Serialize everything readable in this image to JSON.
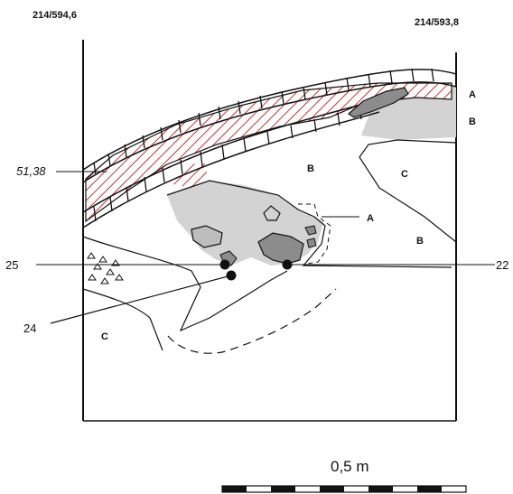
{
  "corners": {
    "left": "214/594,6",
    "right": "214/593,8"
  },
  "elevation": "51,38",
  "layers": {
    "a_top": "A",
    "b_top": "B",
    "b_center": "B",
    "c_right": "C",
    "a_callout": "A",
    "b_right": "B",
    "c_left": "C"
  },
  "points": {
    "p25": "25",
    "p22": "22",
    "p24": "24"
  },
  "scale": {
    "label": "0,5 m"
  },
  "colors": {
    "hatch": "#c0392b",
    "fill_light": "#d3d3d3",
    "fill_dark": "#8c8c8c",
    "ink": "#111111"
  }
}
